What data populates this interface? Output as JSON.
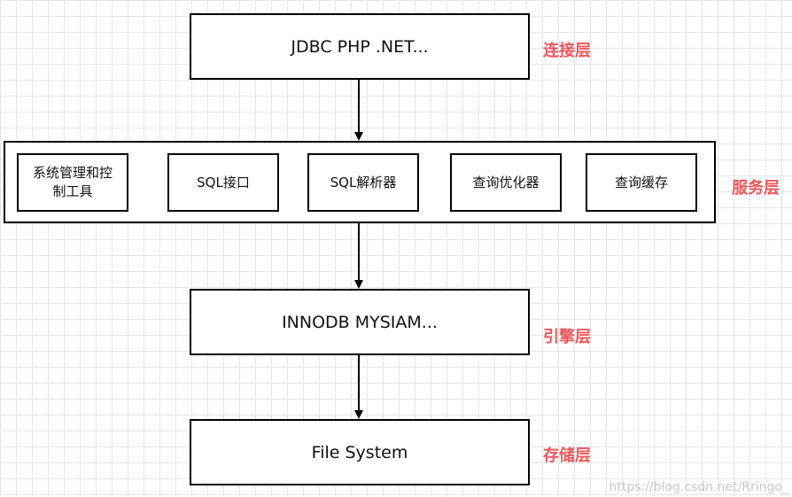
{
  "layers": {
    "connection": {
      "box_text": "JDBC PHP .NET...",
      "label": "连接层"
    },
    "service": {
      "label": "服务层",
      "components": [
        "系统管理和控制工具",
        "SQL接口",
        "SQL解析器",
        "查询优化器",
        "查询缓存"
      ]
    },
    "engine": {
      "box_text": "INNODB MYSIAM...",
      "label": "引擎层"
    },
    "storage": {
      "box_text": "File System",
      "label": "存储层"
    }
  },
  "watermark": "https://blog.csdn.net/Rringo_",
  "colors": {
    "label": "#f0565b",
    "border": "#000000",
    "grid": "#e6e6e6"
  }
}
